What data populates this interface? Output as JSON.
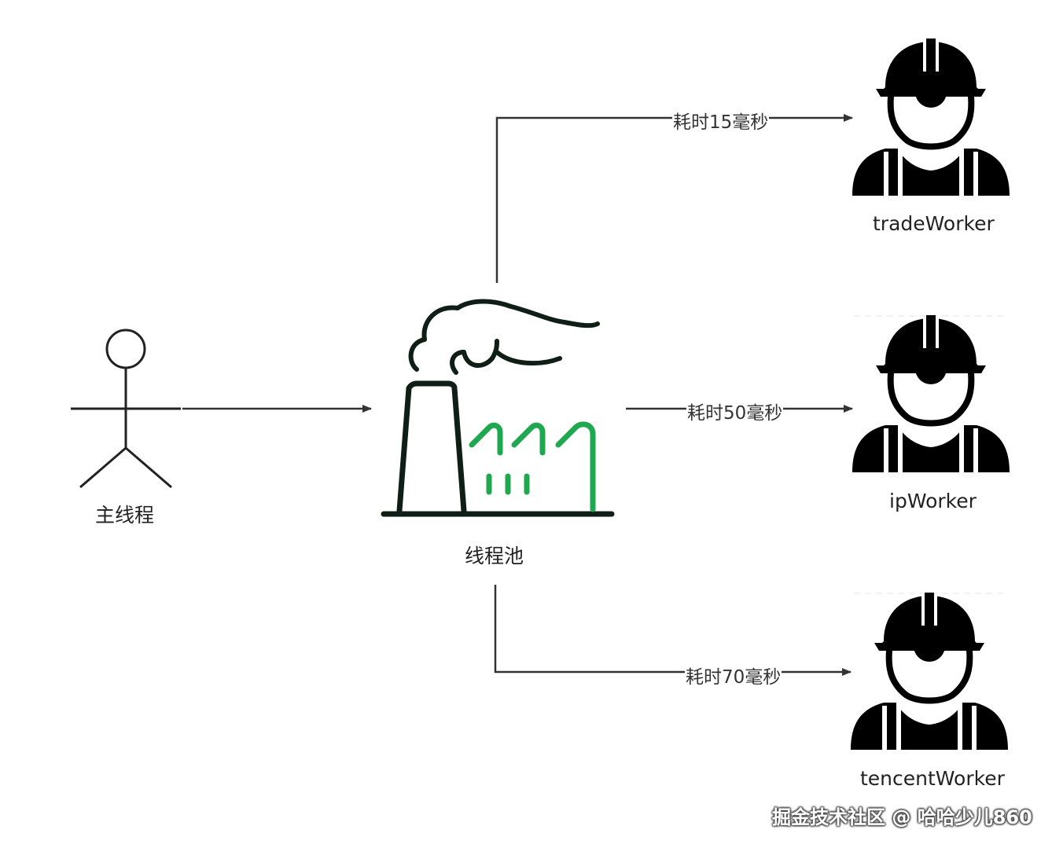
{
  "nodes": {
    "main_thread": {
      "label": "主线程"
    },
    "thread_pool": {
      "label": "线程池"
    },
    "workers": [
      {
        "label": "tradeWorker"
      },
      {
        "label": "ipWorker"
      },
      {
        "label": "tencentWorker"
      }
    ]
  },
  "edges": [
    {
      "from": "主线程",
      "to": "线程池",
      "label": ""
    },
    {
      "from": "线程池",
      "to": "tradeWorker",
      "label": "耗时15毫秒"
    },
    {
      "from": "线程池",
      "to": "ipWorker",
      "label": "耗时50毫秒"
    },
    {
      "from": "线程池",
      "to": "tencentWorker",
      "label": "耗时70毫秒"
    }
  ],
  "watermark": "掘金技术社区 @ 哈哈少儿860",
  "colors": {
    "line": "#333333",
    "factory_dark": "#0f1f17",
    "factory_green": "#1fa84f",
    "worker": "#000000"
  },
  "icons": {
    "actor": "stick-figure-icon",
    "pool": "factory-icon",
    "worker": "worker-helmet-icon"
  }
}
